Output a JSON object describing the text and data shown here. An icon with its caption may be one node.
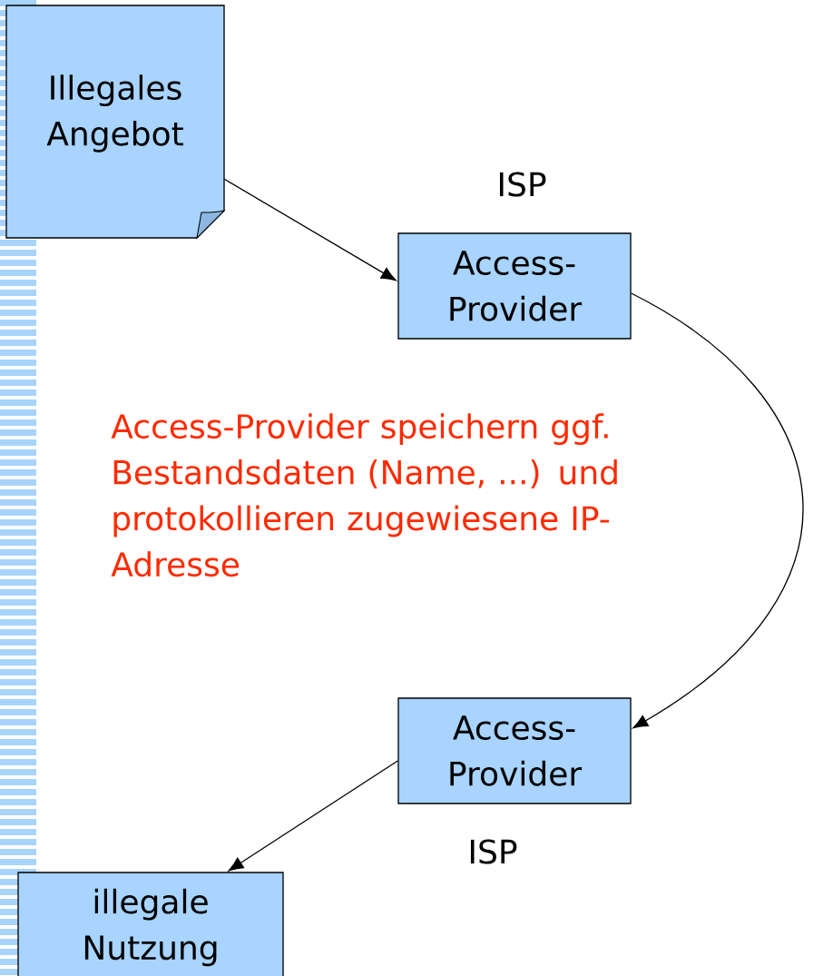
{
  "diagram": {
    "nodes": [
      {
        "text": [
          "Illegales Angebot"
        ]
      },
      {
        "text": [
          "Access-Provider"
        ],
        "beside": [
          "ISP"
        ]
      },
      {
        "text": [
          "Access-Provider"
        ],
        "beside": [
          "ISP"
        ]
      },
      {
        "text": [
          "illegale Nutzung"
        ]
      }
    ],
    "edges": [
      {
        "from": 0,
        "to": 1,
        "arrow": "to"
      },
      {
        "from": 1,
        "to": 2,
        "arrow": "to"
      },
      {
        "from": 2,
        "to": 3,
        "arrow": "to"
      }
    ],
    "labels": [
      "Access-Provider speichern ggf. Bestandsdaten (Name, ...) und protokollieren zugewiesene IP-Adresse"
    ]
  }
}
